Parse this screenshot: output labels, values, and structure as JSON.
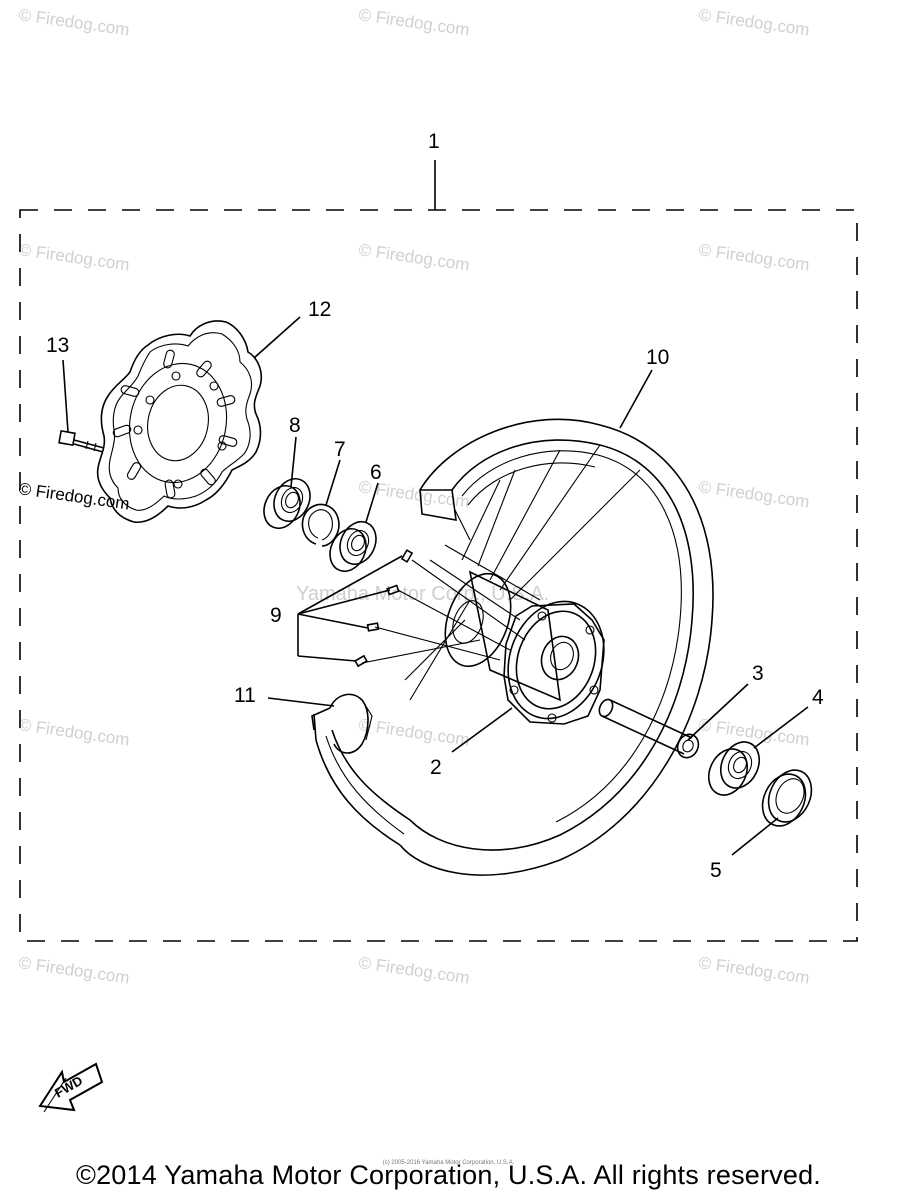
{
  "watermark": "© Firedog.com",
  "faint_watermark": "Yamaha Motor Corp., U.S.A.",
  "fwd_label": "FWD",
  "small_copyright": "(c) 2005-2016 Yamaha Motor Corporation, U.S.A.",
  "copyright": "©2014 Yamaha Motor Corporation, U.S.A. All rights reserved.",
  "callouts": {
    "c1": "1",
    "c2": "2",
    "c3": "3",
    "c4": "4",
    "c5": "5",
    "c6": "6",
    "c7": "7",
    "c8": "8",
    "c9": "9",
    "c10": "10",
    "c11": "11",
    "c12": "12",
    "c13": "13"
  }
}
